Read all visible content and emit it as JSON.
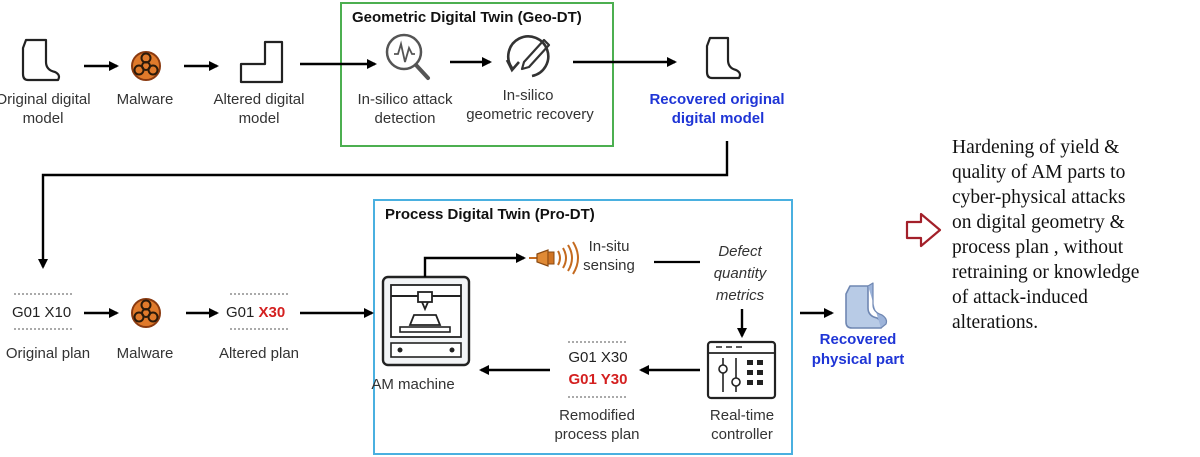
{
  "geo_dt": {
    "title": "Geometric Digital Twin (Geo-DT)",
    "attack_detection": [
      "In-silico  attack",
      "detection"
    ],
    "geometric_recovery": [
      "In-silico",
      "geometric recovery"
    ]
  },
  "top_row": {
    "original_model": [
      "Original digital",
      "model"
    ],
    "malware": "Malware",
    "altered_model": [
      "Altered digital",
      "model"
    ],
    "recovered_model": [
      "Recovered original",
      "digital model"
    ]
  },
  "bottom_row": {
    "original_code": "G01 X10",
    "original_plan": "Original plan",
    "malware": "Malware",
    "altered_code_prefix": "G01",
    "altered_code_value": "X30",
    "altered_plan": "Altered plan",
    "recovered_part": [
      "Recovered",
      "physical part"
    ]
  },
  "pro_dt": {
    "title": "Process Digital Twin (Pro-DT)",
    "am_machine": "AM machine",
    "sensing": [
      "In-situ",
      "sensing"
    ],
    "defect_metrics": [
      "Defect",
      "quantity",
      "metrics"
    ],
    "controller": [
      "Real-time",
      "controller"
    ],
    "remodified_code_1": "G01 X30",
    "remodified_code_2": "G01 Y30",
    "remodified_plan": [
      "Remodified",
      "process plan"
    ]
  },
  "summary": {
    "lines": [
      "Hardening of yield &",
      "quality of AM parts to",
      "cyber-physical attacks",
      "on digital geometry &",
      "process plan , without",
      "retraining or knowledge",
      "of attack-induced",
      "alterations."
    ]
  },
  "colors": {
    "geo_box": "#4caf50",
    "pro_box": "#4ab0e0",
    "recovered_text": "#1f35d6",
    "red_code": "#d42020",
    "hollow_arrow": "#a3202a",
    "part_fill": "#b8cbe6"
  }
}
